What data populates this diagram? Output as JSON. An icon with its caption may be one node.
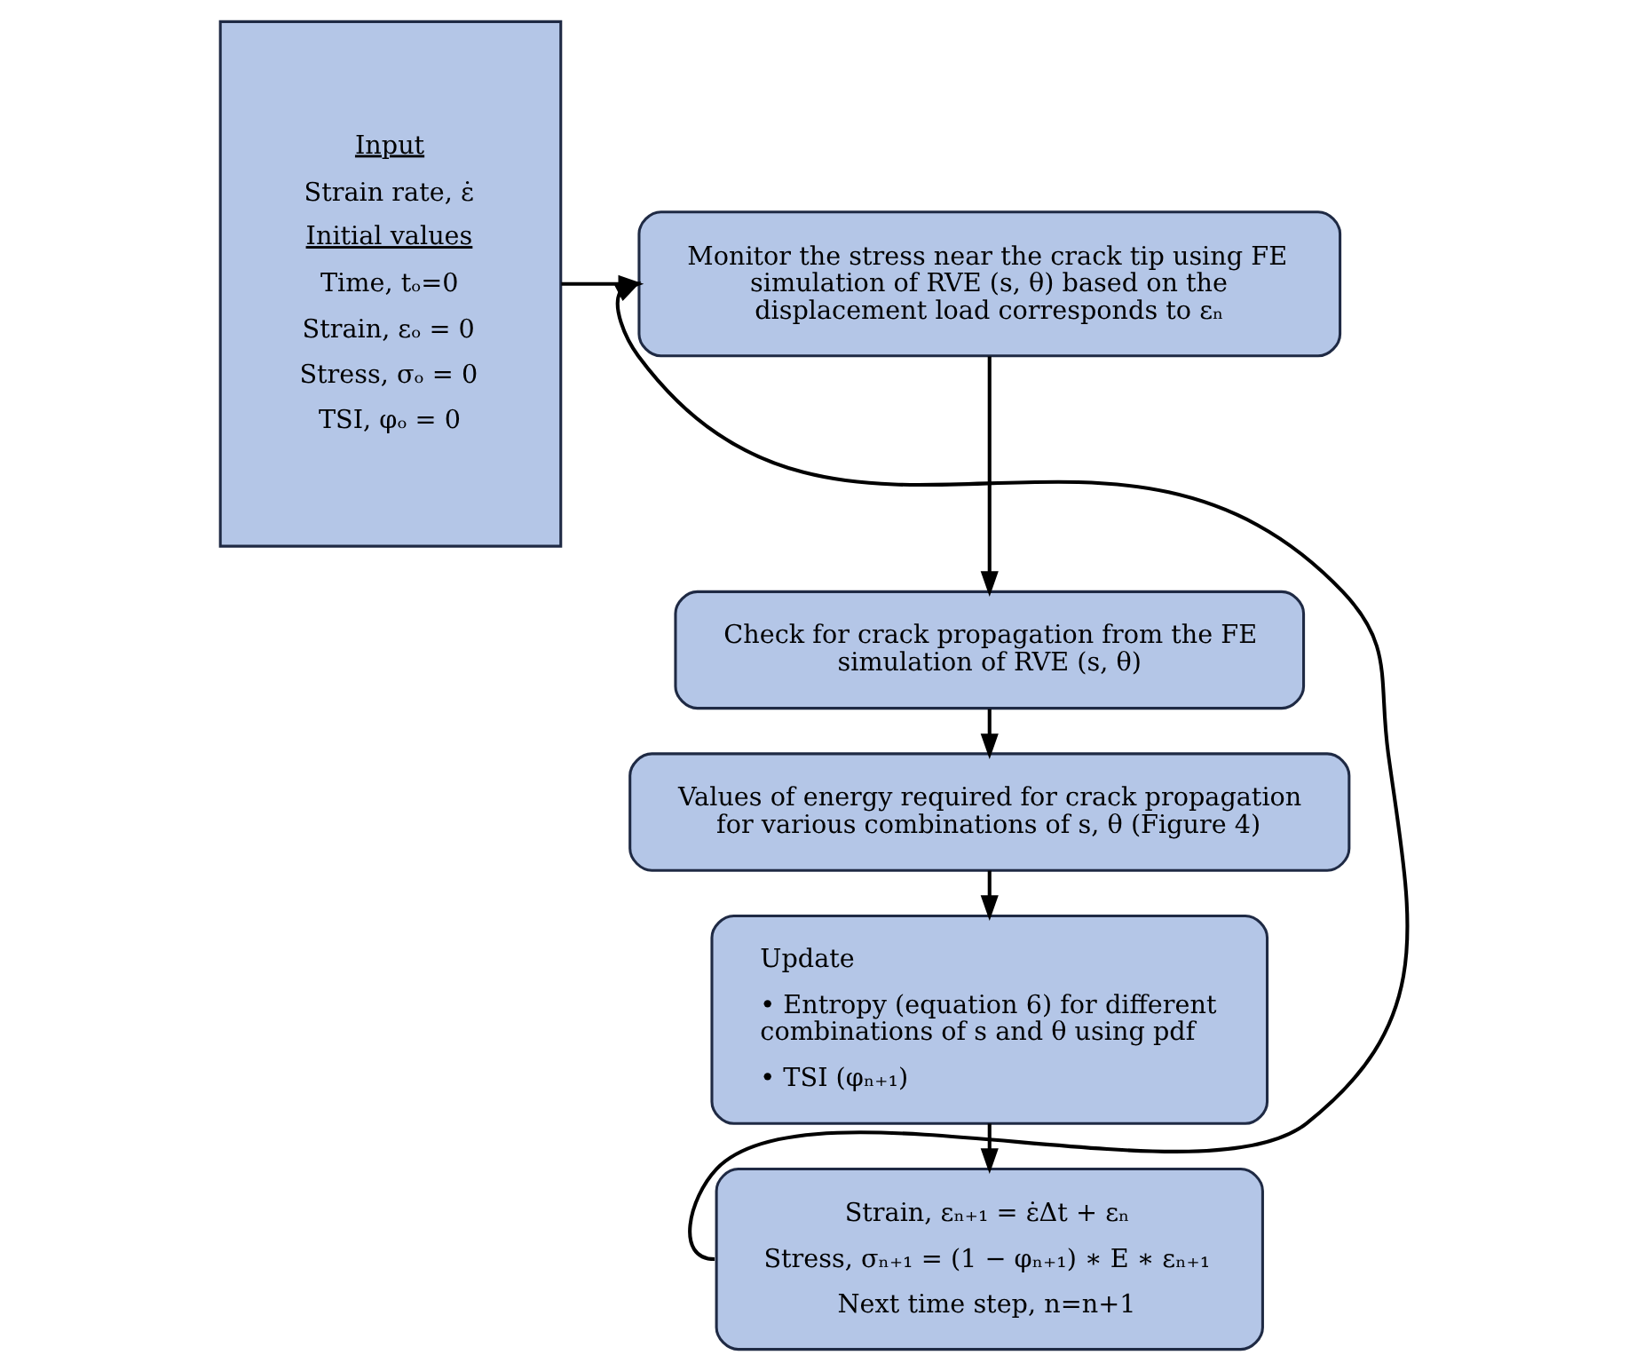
{
  "diagram": {
    "nodes": [
      {
        "text": [
          "Input",
          "Strain rate, ε̇",
          "Initial values",
          "Time, tₒ=0",
          "Strain, εₒ = 0",
          "Stress, σₒ = 0",
          "TSI, φₒ = 0"
        ]
      },
      {
        "text": [
          "Monitor the stress near the crack tip using FE simulation of RVE (s, θ) based on the displacement load corresponds to εₙ"
        ]
      },
      {
        "text": [
          "Check for crack propagation from the FE simulation of RVE (s, θ)"
        ]
      },
      {
        "text": [
          "Values of energy required for crack propagation for various combinations of s, θ (Figure 4)"
        ]
      },
      {
        "text": [
          "Update",
          "• Entropy (equation 6) for different combinations of s and θ using pdf",
          "• TSI (φₙ₊₁)"
        ]
      },
      {
        "text": [
          "Strain, εₙ₊₁ = ε̇Δt + εₙ",
          "Stress, σₙ₊₁ = (1 − φₙ₊₁) ∗ E ∗ εₙ₊₁",
          "Next time step, n=n+1"
        ]
      }
    ],
    "edges": [
      {
        "from": 0,
        "to": 1,
        "arrow": "to"
      },
      {
        "from": 1,
        "to": 2,
        "arrow": "to"
      },
      {
        "from": 2,
        "to": 3,
        "arrow": "to"
      },
      {
        "from": 3,
        "to": 4,
        "arrow": "to"
      },
      {
        "from": 4,
        "to": 5,
        "arrow": "to"
      },
      {
        "from": 5,
        "to": 1,
        "arrow": "to"
      }
    ]
  }
}
